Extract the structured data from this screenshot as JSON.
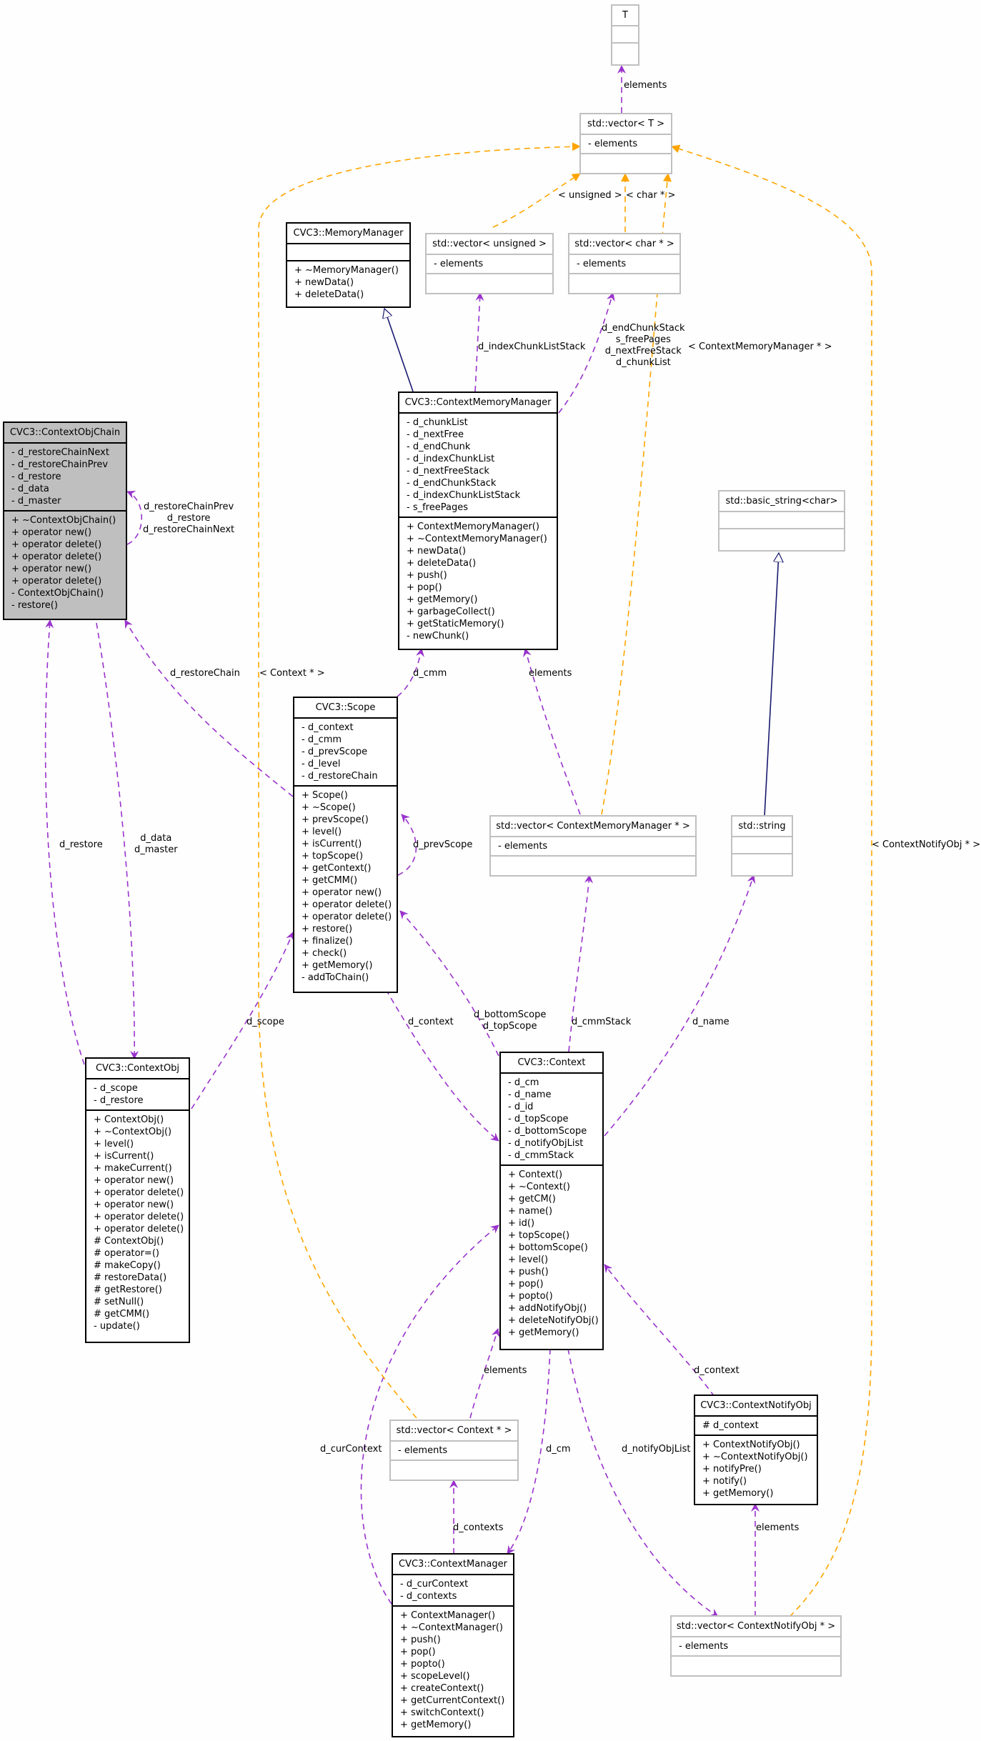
{
  "colors": {
    "member_edge": "#9a32cd",
    "template_edge": "#ffa500",
    "inherit_edge": "#191970",
    "focus_fill": "#bfbfbf"
  },
  "classes": {
    "T": {
      "name": "T",
      "attrs": [],
      "methods": []
    },
    "vectorT": {
      "name": "std::vector< T >",
      "attrs": [
        "- elements"
      ],
      "methods": []
    },
    "memoryManager": {
      "name": "CVC3::MemoryManager",
      "attrs": [],
      "methods": [
        "+ ~MemoryManager()",
        "+ newData()",
        "+ deleteData()"
      ]
    },
    "vectorUnsigned": {
      "name": "std::vector< unsigned >",
      "attrs": [
        "- elements"
      ],
      "methods": []
    },
    "vectorCharPtr": {
      "name": "std::vector< char * >",
      "attrs": [
        "- elements"
      ],
      "methods": []
    },
    "contextMemoryManager": {
      "name": "CVC3::ContextMemoryManager",
      "attrs": [
        "- d_chunkList",
        "- d_nextFree",
        "- d_endChunk",
        "- d_indexChunkList",
        "- d_nextFreeStack",
        "- d_endChunkStack",
        "- d_indexChunkListStack",
        "- s_freePages"
      ],
      "methods": [
        "+ ContextMemoryManager()",
        "+ ~ContextMemoryManager()",
        "+ newData()",
        "+ deleteData()",
        "+ push()",
        "+ pop()",
        "+ getMemory()",
        "+ garbageCollect()",
        "+ getStaticMemory()",
        "- newChunk()"
      ]
    },
    "contextObjChain": {
      "name": "CVC3::ContextObjChain",
      "attrs": [
        "- d_restoreChainNext",
        "- d_restoreChainPrev",
        "- d_restore",
        "- d_data",
        "- d_master"
      ],
      "methods": [
        "+ ~ContextObjChain()",
        "+ operator new()",
        "+ operator delete()",
        "+ operator delete()",
        "+ operator new()",
        "+ operator delete()",
        "- ContextObjChain()",
        "- restore()"
      ]
    },
    "basicString": {
      "name": "std::basic_string<char>",
      "attrs": [],
      "methods": []
    },
    "scope": {
      "name": "CVC3::Scope",
      "attrs": [
        "- d_context",
        "- d_cmm",
        "- d_prevScope",
        "- d_level",
        "- d_restoreChain"
      ],
      "methods": [
        "+ Scope()",
        "+ ~Scope()",
        "+ prevScope()",
        "+ level()",
        "+ isCurrent()",
        "+ topScope()",
        "+ getContext()",
        "+ getCMM()",
        "+ operator new()",
        "+ operator delete()",
        "+ operator delete()",
        "+ restore()",
        "+ finalize()",
        "+ check()",
        "+ getMemory()",
        "- addToChain()"
      ]
    },
    "vectorCMM": {
      "name": "std::vector< ContextMemoryManager * >",
      "attrs": [
        "- elements"
      ],
      "methods": []
    },
    "stdString": {
      "name": "std::string",
      "attrs": [],
      "methods": []
    },
    "contextObj": {
      "name": "CVC3::ContextObj",
      "attrs": [
        "- d_scope",
        "- d_restore"
      ],
      "methods": [
        "+ ContextObj()",
        "+ ~ContextObj()",
        "+ level()",
        "+ isCurrent()",
        "+ makeCurrent()",
        "+ operator new()",
        "+ operator delete()",
        "+ operator new()",
        "+ operator delete()",
        "+ operator delete()",
        "# ContextObj()",
        "# operator=()",
        "# makeCopy()",
        "# restoreData()",
        "# getRestore()",
        "# setNull()",
        "# getCMM()",
        "- update()"
      ]
    },
    "context": {
      "name": "CVC3::Context",
      "attrs": [
        "- d_cm",
        "- d_name",
        "- d_id",
        "- d_topScope",
        "- d_bottomScope",
        "- d_notifyObjList",
        "- d_cmmStack"
      ],
      "methods": [
        "+ Context()",
        "+ ~Context()",
        "+ getCM()",
        "+ name()",
        "+ id()",
        "+ topScope()",
        "+ bottomScope()",
        "+ level()",
        "+ push()",
        "+ pop()",
        "+ popto()",
        "+ addNotifyObj()",
        "+ deleteNotifyObj()",
        "+ getMemory()"
      ]
    },
    "contextNotifyObj": {
      "name": "CVC3::ContextNotifyObj",
      "attrs": [
        "# d_context"
      ],
      "methods": [
        "+ ContextNotifyObj()",
        "+ ~ContextNotifyObj()",
        "+ notifyPre()",
        "+ notify()",
        "+ getMemory()"
      ]
    },
    "vectorContextPtr": {
      "name": "std::vector< Context * >",
      "attrs": [
        "- elements"
      ],
      "methods": []
    },
    "contextManager": {
      "name": "CVC3::ContextManager",
      "attrs": [
        "- d_curContext",
        "- d_contexts"
      ],
      "methods": [
        "+ ContextManager()",
        "+ ~ContextManager()",
        "+ push()",
        "+ pop()",
        "+ popto()",
        "+ scopeLevel()",
        "+ createContext()",
        "+ getCurrentContext()",
        "+ switchContext()",
        "+ getMemory()"
      ]
    },
    "vectorNotifyPtr": {
      "name": "std::vector< ContextNotifyObj * >",
      "attrs": [
        "- elements"
      ],
      "methods": []
    }
  },
  "edge_labels": {
    "elements_T": "elements",
    "unsigned_tpl": "< unsigned >",
    "char_tpl": "< char * >",
    "cmm_tpl": "< ContextMemoryManager * >",
    "context_tpl": "< Context * >",
    "notify_tpl": "< ContextNotifyObj * >",
    "indexChunkListStack": "d_indexChunkListStack",
    "charStacks": [
      "d_endChunkStack",
      "s_freePages",
      "d_nextFreeStack",
      "d_chunkList"
    ],
    "chainSelf": [
      "d_restoreChainPrev",
      "d_restore",
      "d_restoreChainNext"
    ],
    "restoreChain": "d_restoreChain",
    "cmm": "d_cmm",
    "elements_cmm": "elements",
    "restore": "d_restore",
    "dataMaster": [
      "d_data",
      "d_master"
    ],
    "prevScope": "d_prevScope",
    "scope": "d_scope",
    "context_scope": "d_context",
    "bottomTop": [
      "d_bottomScope",
      "d_topScope"
    ],
    "cmmStack": "d_cmmStack",
    "name": "d_name",
    "context_notify": "d_context",
    "elements_ctx": "elements",
    "curContext": "d_curContext",
    "cm": "d_cm",
    "notifyObjList": "d_notifyObjList",
    "contexts": "d_contexts",
    "elements_notify": "elements"
  }
}
